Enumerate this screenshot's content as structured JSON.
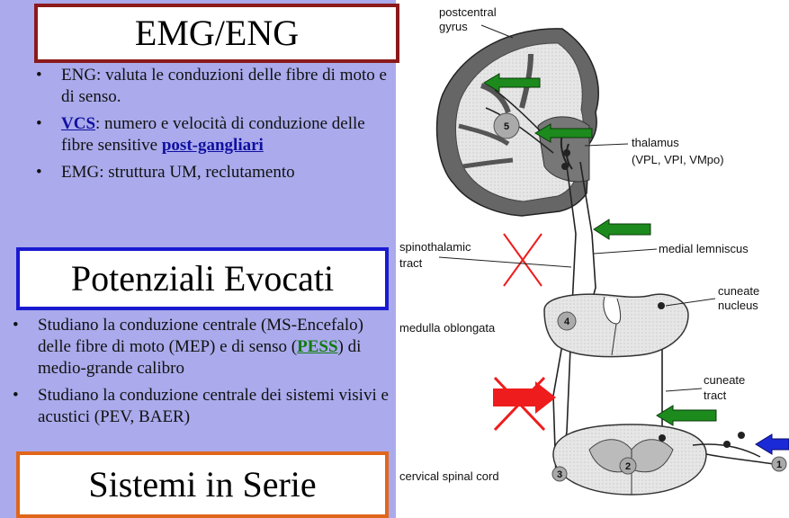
{
  "titles": {
    "emg": "EMG/ENG",
    "potenziali": "Potenziali Evocati",
    "sistemi": "Sistemi in Serie"
  },
  "bullet_glyph": "•",
  "list1": {
    "item1": "ENG: valuta le conduzioni delle fibre di moto e di senso.",
    "item2_link": "VCS",
    "item2_text": ": numero e velocità di conduzione delle fibre sensitive ",
    "item2_link2": "post-gangliari",
    "item3": "EMG: struttura UM, reclutamento"
  },
  "list2": {
    "item1_pre": "Studiano la conduzione centrale (MS-Encefalo) delle fibre di moto (MEP) e di senso (",
    "item1_link": "PESS",
    "item1_post": ") di medio-grande calibro",
    "item2": "Studiano la conduzione centrale dei sistemi visivi e acustici (PEV, BAER)"
  },
  "figure": {
    "labels": {
      "postcentral": "postcentral",
      "gyrus": "gyrus",
      "thalamus": "thalamus",
      "thalamus_nuclei": "(VPL, VPI, VMpo)",
      "spinothalamic": "spinothalamic",
      "tract": "tract",
      "medial_lemniscus": "medial lemniscus",
      "cuneate": "cuneate",
      "nucleus": "nucleus",
      "medulla": "medulla oblongata",
      "cuneate2": "cuneate",
      "tract2": "tract",
      "cervical": "cervical spinal cord"
    },
    "numbers": [
      "1",
      "2",
      "3",
      "4",
      "5"
    ],
    "colors": {
      "green_arrow": "#1c8a1c",
      "blue_arrow": "#1a2ad6",
      "red_cross": "#ee1c1c"
    }
  }
}
